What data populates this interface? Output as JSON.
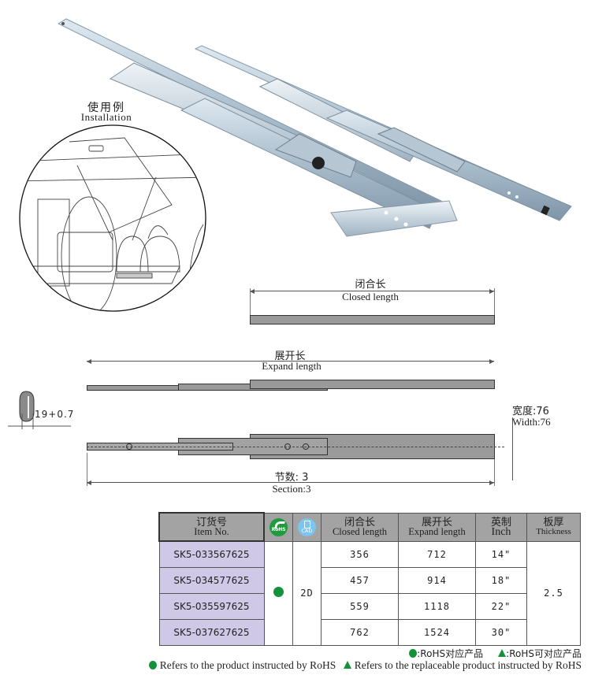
{
  "installation": {
    "title_cn": "使用例",
    "title_en": "Installation"
  },
  "diagram": {
    "closed": {
      "label_cn": "闭合长",
      "label_en": "Closed length"
    },
    "expand": {
      "label_cn": "展开长",
      "label_en": "Expand length"
    },
    "section": {
      "label_cn": "节数: 3",
      "label_en": "Section:3"
    },
    "width": {
      "label_cn": "宽度:76",
      "label_en": "Width:76"
    },
    "thickness_dim": "19+0.7"
  },
  "table": {
    "headers": {
      "item": {
        "cn": "订货号",
        "en": "Item No."
      },
      "rohs": {
        "icon": "rohs-icon",
        "text": "RoHS"
      },
      "cad": {
        "icon": "cad-icon",
        "text": "CAD"
      },
      "closed": {
        "cn": "闭合长",
        "en": "Closed length"
      },
      "expand": {
        "cn": "展开长",
        "en": "Expand length"
      },
      "inch": {
        "cn": "英制",
        "en": "Inch"
      },
      "thickness": {
        "cn": "板厚",
        "en": "Thickness"
      }
    },
    "rows": [
      {
        "item": "SK5-033567625",
        "closed": "356",
        "expand": "712",
        "inch": "14\""
      },
      {
        "item": "SK5-034577625",
        "closed": "457",
        "expand": "914",
        "inch": "18\""
      },
      {
        "item": "SK5-035597625",
        "closed": "559",
        "expand": "1118",
        "inch": "22\""
      },
      {
        "item": "SK5-037627625",
        "closed": "762",
        "expand": "1524",
        "inch": "30\""
      }
    ],
    "rohs_mark": "green-dot",
    "cad_value": "2D",
    "thickness_value": "2.5"
  },
  "legend": {
    "cn_dot": ":RoHS对应产品",
    "cn_tri": ":RoHS可对应产品",
    "en_dot": "Refers to the product instructed by RoHS",
    "en_tri": "Refers to the replaceable product instructed by RoHS"
  },
  "colors": {
    "header_bg": "#a3a3a3",
    "item_bg": "#cfc8e6",
    "rohs_green": "#14923a",
    "cad_blue": "#7cc5ef",
    "rail_gray": "#9a9a9a"
  }
}
